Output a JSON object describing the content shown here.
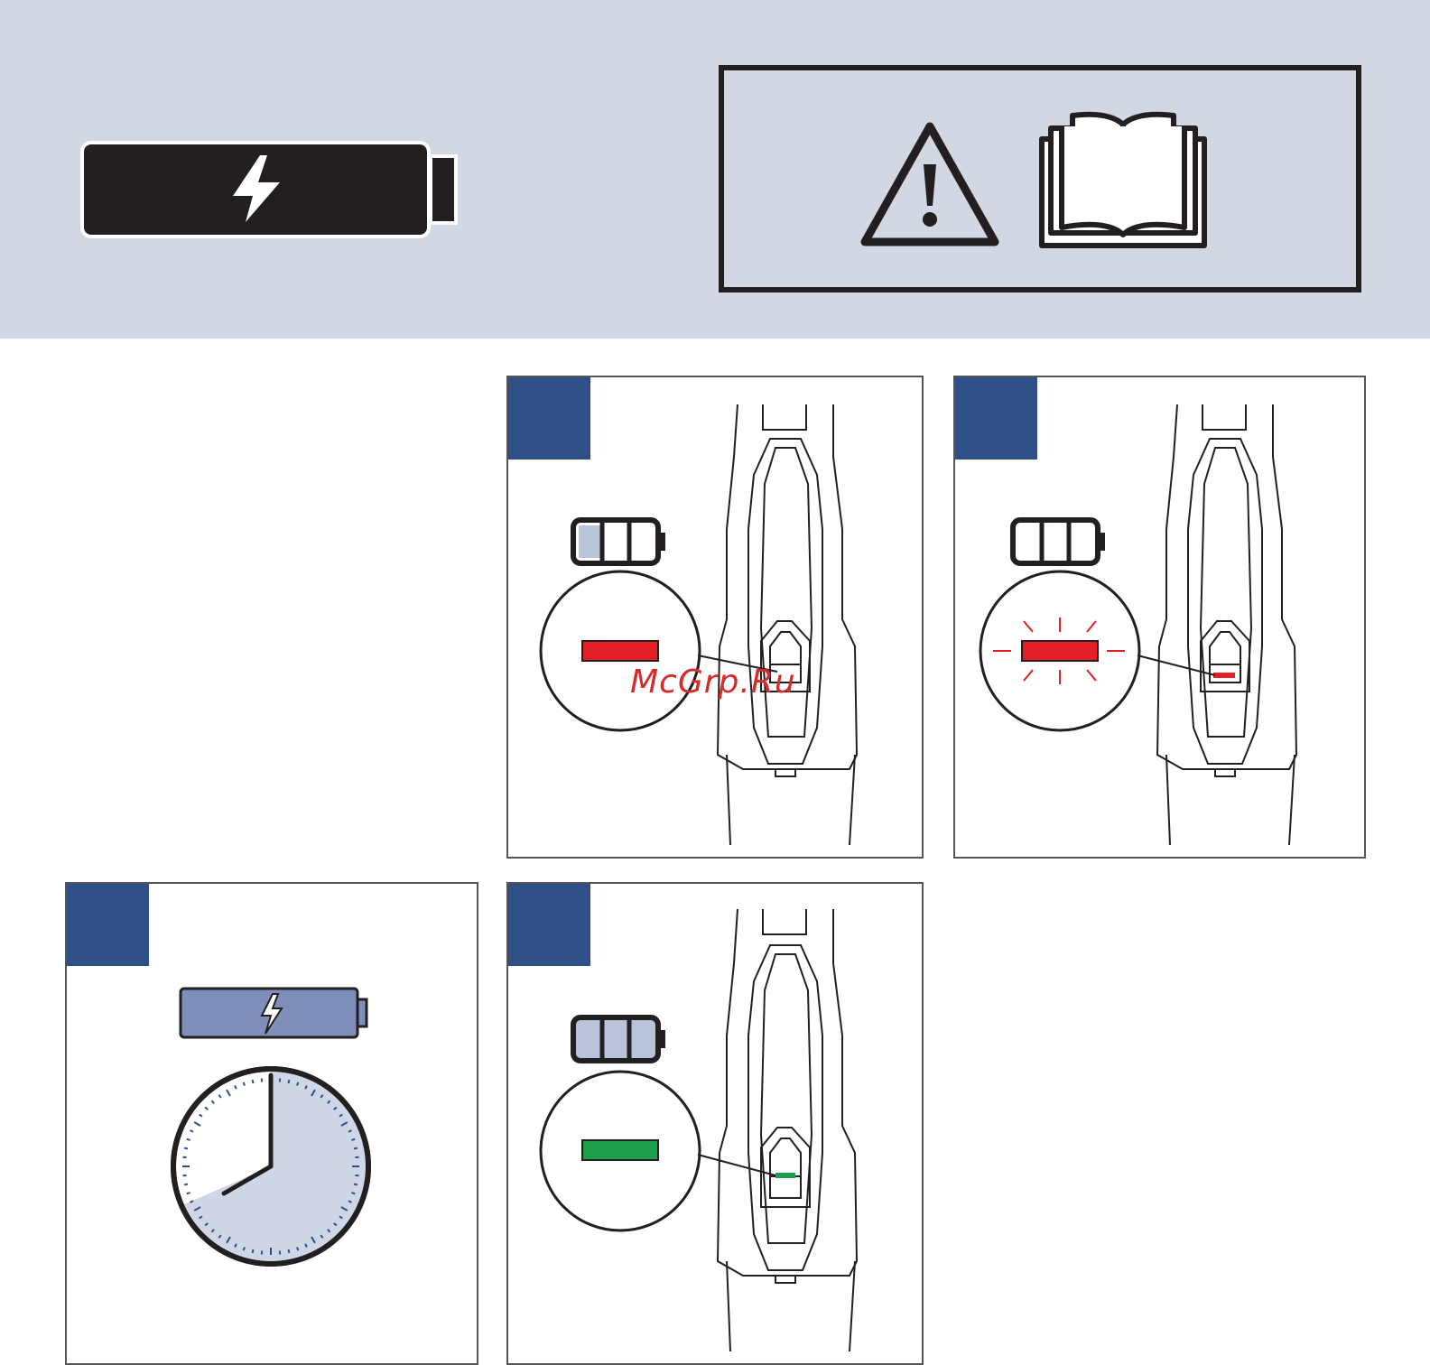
{
  "watermark": {
    "text": "McGrp.Ru"
  },
  "colors": {
    "header_band": "#d1d8e4",
    "panel_tag": "#2e5087",
    "indicator_red": "#e31e24",
    "indicator_green": "#1c9e4a",
    "battery_fill_light": "#b9c4da",
    "battery_charging": "#7d8fb8",
    "clock_face": "#cfd7e6"
  },
  "icons": {
    "header_battery": "charging-battery-icon",
    "warning": "warning-triangle-icon",
    "manual": "read-manual-icon"
  },
  "panels": [
    {
      "id": "low-battery",
      "battery_level": 1,
      "led": "red-steady"
    },
    {
      "id": "empty-battery",
      "battery_level": 0,
      "led": "red-flashing"
    },
    {
      "id": "charging-time",
      "battery_state": "charging",
      "clock": "partial-arc"
    },
    {
      "id": "full-battery",
      "battery_level": 3,
      "led": "green-steady"
    }
  ]
}
